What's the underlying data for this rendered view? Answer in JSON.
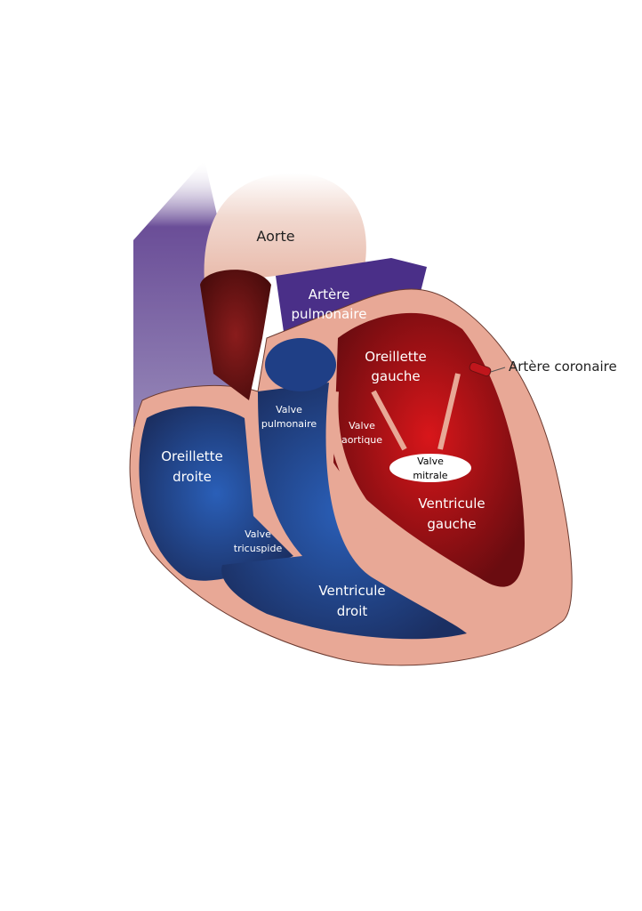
{
  "labels": {
    "aorta": "Aorte",
    "pulmonary_artery": [
      "Artère",
      "pulmonaire"
    ],
    "left_atrium": [
      "Oreillette",
      "gauche"
    ],
    "coronary_artery": "Artère coronaire",
    "pulmonary_valve": [
      "Valve",
      "pulmonaire"
    ],
    "aortic_valve": [
      "Valve",
      "aortique"
    ],
    "mitral_valve": [
      "Valve",
      "mitrale"
    ],
    "right_atrium": [
      "Oreillette",
      "droite"
    ],
    "left_ventricle": [
      "Ventricule",
      "gauche"
    ],
    "tricuspid_valve": [
      "Valve",
      "tricuspide"
    ],
    "right_ventricle": [
      "Ventricule",
      "droit"
    ]
  },
  "colors": {
    "tissue": "#e8a896",
    "oxygenated": "#c0161c",
    "deoxygenated": "#1f3f86",
    "vessel_purple": "#5a3a8c"
  }
}
